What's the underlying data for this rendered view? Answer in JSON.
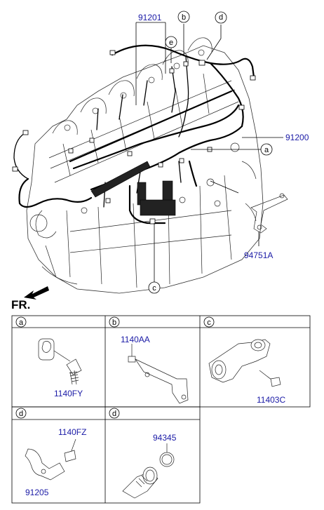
{
  "main_diagram": {
    "labels": {
      "harness_top": "91201",
      "harness_right": "91200",
      "bracket": "94751A",
      "front_indicator": "FR."
    },
    "callouts": {
      "a": "a",
      "b": "b",
      "c": "c",
      "d": "d",
      "e": "e"
    }
  },
  "detail_panels": [
    {
      "letter": "a",
      "part_label": "1140FY"
    },
    {
      "letter": "b",
      "part_label": "1140AA"
    },
    {
      "letter": "c",
      "part_label": "11403C"
    },
    {
      "letter": "d",
      "part_labels": [
        "1140FZ",
        "91205"
      ]
    },
    {
      "letter": "d",
      "part_label": "94345"
    }
  ]
}
